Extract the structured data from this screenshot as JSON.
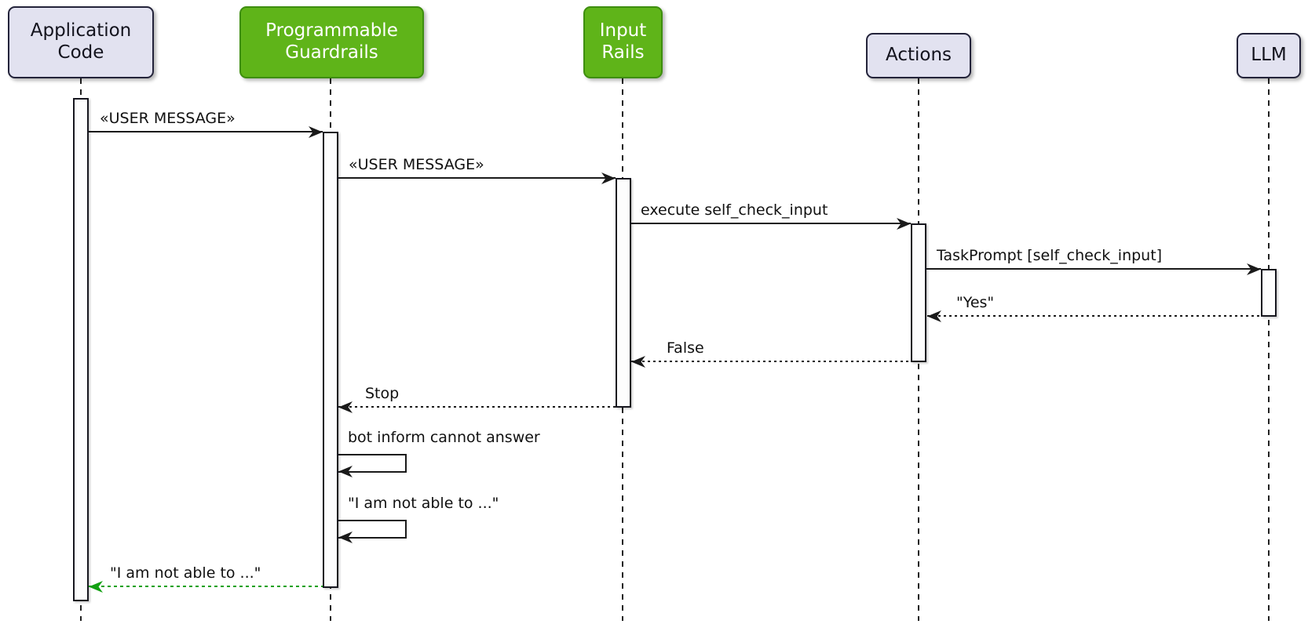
{
  "diagram": {
    "kind": "uml-sequence-diagram",
    "background": "#ffffff",
    "colors": {
      "participant_fill": "#E2E2F0",
      "participant_border": "#23233a",
      "green_participant_fill": "#5FB419",
      "green_participant_border": "#3E8E0E",
      "line_color": "#1a1a1a",
      "green_return_arrow": "#12A012",
      "activation_fill": "#FDFDFD"
    }
  },
  "participants": [
    {
      "id": "app",
      "label": "Application\nCode",
      "style": "default"
    },
    {
      "id": "guardrails",
      "label": "Programmable\nGuardrails",
      "style": "green"
    },
    {
      "id": "input",
      "label": "Input\nRails",
      "style": "green"
    },
    {
      "id": "actions",
      "label": "Actions",
      "style": "default"
    },
    {
      "id": "llm",
      "label": "LLM",
      "style": "default"
    }
  ],
  "messages": [
    {
      "from": "app",
      "to": "guardrails",
      "label": "«USER MESSAGE»",
      "line": "solid"
    },
    {
      "from": "guardrails",
      "to": "input",
      "label": "«USER MESSAGE»",
      "line": "solid"
    },
    {
      "from": "input",
      "to": "actions",
      "label": "execute self_check_input",
      "line": "solid"
    },
    {
      "from": "actions",
      "to": "llm",
      "label": "TaskPrompt [self_check_input]",
      "line": "solid"
    },
    {
      "from": "llm",
      "to": "actions",
      "label": "\"Yes\"",
      "line": "dotted"
    },
    {
      "from": "actions",
      "to": "input",
      "label": "False",
      "line": "dotted"
    },
    {
      "from": "input",
      "to": "guardrails",
      "label": "Stop",
      "line": "dotted"
    },
    {
      "from": "guardrails",
      "to": "guardrails",
      "label": "bot inform cannot answer",
      "line": "self"
    },
    {
      "from": "guardrails",
      "to": "guardrails",
      "label": "\"I am not able to ...\"",
      "line": "self"
    },
    {
      "from": "guardrails",
      "to": "app",
      "label": "\"I am not able to ...\"",
      "line": "dotted-green"
    }
  ]
}
